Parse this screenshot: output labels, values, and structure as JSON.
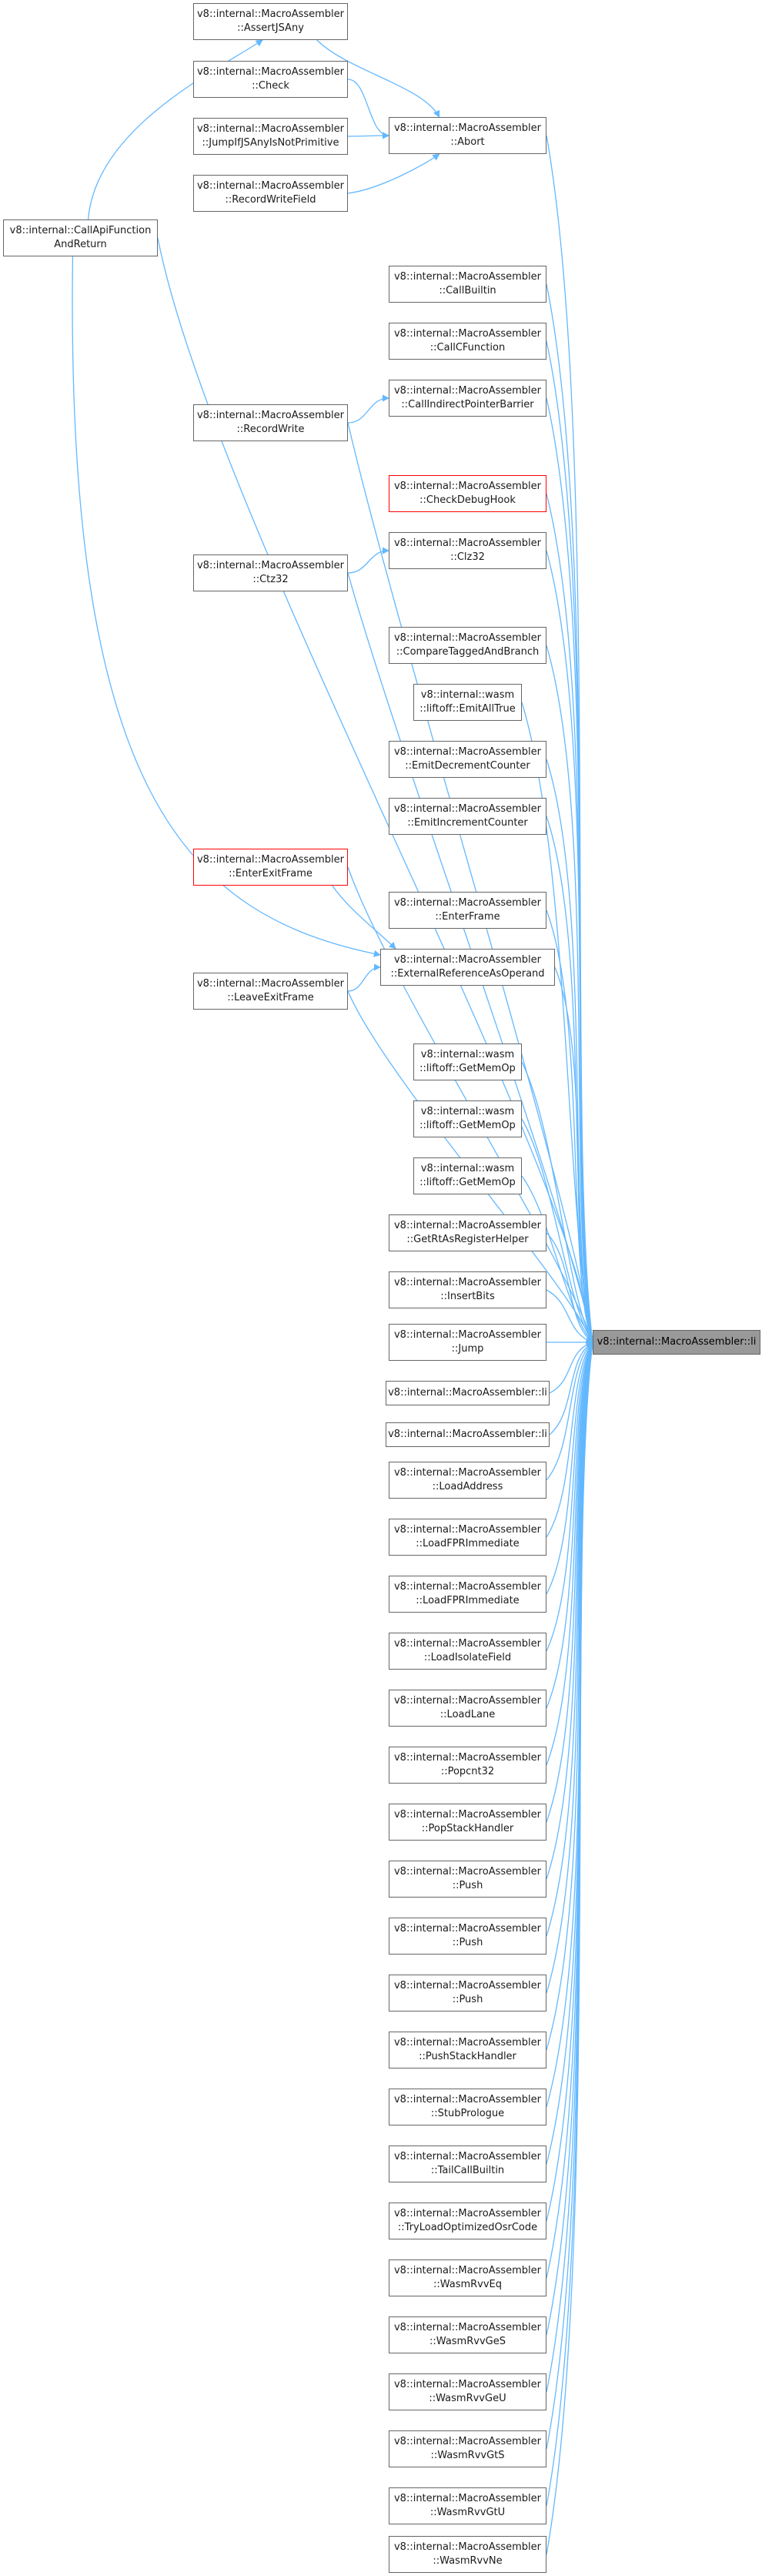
{
  "colors": {
    "edge": "#63b8ff",
    "node_border": "#666666",
    "highlight_border": "#ff0000",
    "target_fill": "#999999"
  },
  "target": {
    "id": "t",
    "lines": [
      "v8::internal::MacroAssembler::li"
    ]
  },
  "nodes": [
    {
      "id": "n0",
      "lines": [
        "v8::internal::MacroAssembler",
        "::AssertJSAny"
      ],
      "style": "normal"
    },
    {
      "id": "n1",
      "lines": [
        "v8::internal::MacroAssembler",
        "::Check"
      ],
      "style": "normal"
    },
    {
      "id": "n2",
      "lines": [
        "v8::internal::MacroAssembler",
        "::JumpIfJSAnyIsNotPrimitive"
      ],
      "style": "normal"
    },
    {
      "id": "n3",
      "lines": [
        "v8::internal::MacroAssembler",
        "::RecordWriteField"
      ],
      "style": "normal"
    },
    {
      "id": "n4",
      "lines": [
        "v8::internal::MacroAssembler",
        "::Abort"
      ],
      "style": "normal"
    },
    {
      "id": "n5",
      "lines": [
        "v8::internal::CallApiFunction",
        "AndReturn"
      ],
      "style": "normal"
    },
    {
      "id": "n6",
      "lines": [
        "v8::internal::MacroAssembler",
        "::CallBuiltin"
      ],
      "style": "normal"
    },
    {
      "id": "n7",
      "lines": [
        "v8::internal::MacroAssembler",
        "::CallCFunction"
      ],
      "style": "normal"
    },
    {
      "id": "n8",
      "lines": [
        "v8::internal::MacroAssembler",
        "::CallIndirectPointerBarrier"
      ],
      "style": "normal"
    },
    {
      "id": "n9",
      "lines": [
        "v8::internal::MacroAssembler",
        "::RecordWrite"
      ],
      "style": "normal"
    },
    {
      "id": "n10",
      "lines": [
        "v8::internal::MacroAssembler",
        "::CheckDebugHook"
      ],
      "style": "red"
    },
    {
      "id": "n11",
      "lines": [
        "v8::internal::MacroAssembler",
        "::Clz32"
      ],
      "style": "normal"
    },
    {
      "id": "n12",
      "lines": [
        "v8::internal::MacroAssembler",
        "::Ctz32"
      ],
      "style": "normal"
    },
    {
      "id": "n13",
      "lines": [
        "v8::internal::MacroAssembler",
        "::CompareTaggedAndBranch"
      ],
      "style": "normal"
    },
    {
      "id": "n14",
      "lines": [
        "v8::internal::wasm",
        "::liftoff::EmitAllTrue"
      ],
      "style": "normal"
    },
    {
      "id": "n15",
      "lines": [
        "v8::internal::MacroAssembler",
        "::EmitDecrementCounter"
      ],
      "style": "normal"
    },
    {
      "id": "n16",
      "lines": [
        "v8::internal::MacroAssembler",
        "::EmitIncrementCounter"
      ],
      "style": "normal"
    },
    {
      "id": "n17",
      "lines": [
        "v8::internal::MacroAssembler",
        "::EnterExitFrame"
      ],
      "style": "red"
    },
    {
      "id": "n18",
      "lines": [
        "v8::internal::MacroAssembler",
        "::EnterFrame"
      ],
      "style": "normal"
    },
    {
      "id": "n19",
      "lines": [
        "v8::internal::MacroAssembler",
        "::ExternalReferenceAsOperand"
      ],
      "style": "normal"
    },
    {
      "id": "n20",
      "lines": [
        "v8::internal::MacroAssembler",
        "::LeaveExitFrame"
      ],
      "style": "normal"
    },
    {
      "id": "n21",
      "lines": [
        "v8::internal::wasm",
        "::liftoff::GetMemOp"
      ],
      "style": "normal"
    },
    {
      "id": "n22",
      "lines": [
        "v8::internal::wasm",
        "::liftoff::GetMemOp"
      ],
      "style": "normal"
    },
    {
      "id": "n23",
      "lines": [
        "v8::internal::wasm",
        "::liftoff::GetMemOp"
      ],
      "style": "normal"
    },
    {
      "id": "n24",
      "lines": [
        "v8::internal::MacroAssembler",
        "::GetRtAsRegisterHelper"
      ],
      "style": "normal"
    },
    {
      "id": "n25",
      "lines": [
        "v8::internal::MacroAssembler",
        "::InsertBits"
      ],
      "style": "normal"
    },
    {
      "id": "n26",
      "lines": [
        "v8::internal::MacroAssembler",
        "::Jump"
      ],
      "style": "normal"
    },
    {
      "id": "n27",
      "lines": [
        "v8::internal::MacroAssembler::li"
      ],
      "style": "normal"
    },
    {
      "id": "n28",
      "lines": [
        "v8::internal::MacroAssembler::li"
      ],
      "style": "normal"
    },
    {
      "id": "n29",
      "lines": [
        "v8::internal::MacroAssembler",
        "::LoadAddress"
      ],
      "style": "normal"
    },
    {
      "id": "n30",
      "lines": [
        "v8::internal::MacroAssembler",
        "::LoadFPRImmediate"
      ],
      "style": "normal"
    },
    {
      "id": "n31",
      "lines": [
        "v8::internal::MacroAssembler",
        "::LoadFPRImmediate"
      ],
      "style": "normal"
    },
    {
      "id": "n32",
      "lines": [
        "v8::internal::MacroAssembler",
        "::LoadIsolateField"
      ],
      "style": "normal"
    },
    {
      "id": "n33",
      "lines": [
        "v8::internal::MacroAssembler",
        "::LoadLane"
      ],
      "style": "normal"
    },
    {
      "id": "n34",
      "lines": [
        "v8::internal::MacroAssembler",
        "::Popcnt32"
      ],
      "style": "normal"
    },
    {
      "id": "n35",
      "lines": [
        "v8::internal::MacroAssembler",
        "::PopStackHandler"
      ],
      "style": "normal"
    },
    {
      "id": "n36",
      "lines": [
        "v8::internal::MacroAssembler",
        "::Push"
      ],
      "style": "normal"
    },
    {
      "id": "n37",
      "lines": [
        "v8::internal::MacroAssembler",
        "::Push"
      ],
      "style": "normal"
    },
    {
      "id": "n38",
      "lines": [
        "v8::internal::MacroAssembler",
        "::Push"
      ],
      "style": "normal"
    },
    {
      "id": "n39",
      "lines": [
        "v8::internal::MacroAssembler",
        "::PushStackHandler"
      ],
      "style": "normal"
    },
    {
      "id": "n40",
      "lines": [
        "v8::internal::MacroAssembler",
        "::StubPrologue"
      ],
      "style": "normal"
    },
    {
      "id": "n41",
      "lines": [
        "v8::internal::MacroAssembler",
        "::TailCallBuiltin"
      ],
      "style": "normal"
    },
    {
      "id": "n42",
      "lines": [
        "v8::internal::MacroAssembler",
        "::TryLoadOptimizedOsrCode"
      ],
      "style": "normal"
    },
    {
      "id": "n43",
      "lines": [
        "v8::internal::MacroAssembler",
        "::WasmRvvEq"
      ],
      "style": "normal"
    },
    {
      "id": "n44",
      "lines": [
        "v8::internal::MacroAssembler",
        "::WasmRvvGeS"
      ],
      "style": "normal"
    },
    {
      "id": "n45",
      "lines": [
        "v8::internal::MacroAssembler",
        "::WasmRvvGeU"
      ],
      "style": "normal"
    },
    {
      "id": "n46",
      "lines": [
        "v8::internal::MacroAssembler",
        "::WasmRvvGtS"
      ],
      "style": "normal"
    },
    {
      "id": "n47",
      "lines": [
        "v8::internal::MacroAssembler",
        "::WasmRvvGtU"
      ],
      "style": "normal"
    },
    {
      "id": "n48",
      "lines": [
        "v8::internal::MacroAssembler",
        "::WasmRvvNe"
      ],
      "style": "normal"
    }
  ],
  "edges": [
    [
      "n5",
      "n0"
    ],
    [
      "n0",
      "n4"
    ],
    [
      "n1",
      "n4"
    ],
    [
      "n2",
      "n4"
    ],
    [
      "n3",
      "n4"
    ],
    [
      "n4",
      "t"
    ],
    [
      "n5",
      "t"
    ],
    [
      "n6",
      "t"
    ],
    [
      "n7",
      "t"
    ],
    [
      "n8",
      "t"
    ],
    [
      "n9",
      "n8"
    ],
    [
      "n9",
      "t"
    ],
    [
      "n10",
      "t"
    ],
    [
      "n11",
      "t"
    ],
    [
      "n12",
      "n11"
    ],
    [
      "n12",
      "t"
    ],
    [
      "n13",
      "t"
    ],
    [
      "n14",
      "t"
    ],
    [
      "n15",
      "t"
    ],
    [
      "n16",
      "t"
    ],
    [
      "n5",
      "n19"
    ],
    [
      "n17",
      "n19"
    ],
    [
      "n17",
      "t"
    ],
    [
      "n18",
      "t"
    ],
    [
      "n19",
      "t"
    ],
    [
      "n20",
      "n19"
    ],
    [
      "n20",
      "t"
    ],
    [
      "n21",
      "t"
    ],
    [
      "n22",
      "t"
    ],
    [
      "n23",
      "t"
    ],
    [
      "n24",
      "t"
    ],
    [
      "n25",
      "t"
    ],
    [
      "n26",
      "t"
    ],
    [
      "n27",
      "t"
    ],
    [
      "n28",
      "t"
    ],
    [
      "n29",
      "t"
    ],
    [
      "n30",
      "t"
    ],
    [
      "n31",
      "t"
    ],
    [
      "n32",
      "t"
    ],
    [
      "n33",
      "t"
    ],
    [
      "n34",
      "t"
    ],
    [
      "n35",
      "t"
    ],
    [
      "n36",
      "t"
    ],
    [
      "n37",
      "t"
    ],
    [
      "n38",
      "t"
    ],
    [
      "n39",
      "t"
    ],
    [
      "n40",
      "t"
    ],
    [
      "n41",
      "t"
    ],
    [
      "n42",
      "t"
    ],
    [
      "n43",
      "t"
    ],
    [
      "n44",
      "t"
    ],
    [
      "n45",
      "t"
    ],
    [
      "n46",
      "t"
    ],
    [
      "n47",
      "t"
    ],
    [
      "n48",
      "t"
    ]
  ]
}
